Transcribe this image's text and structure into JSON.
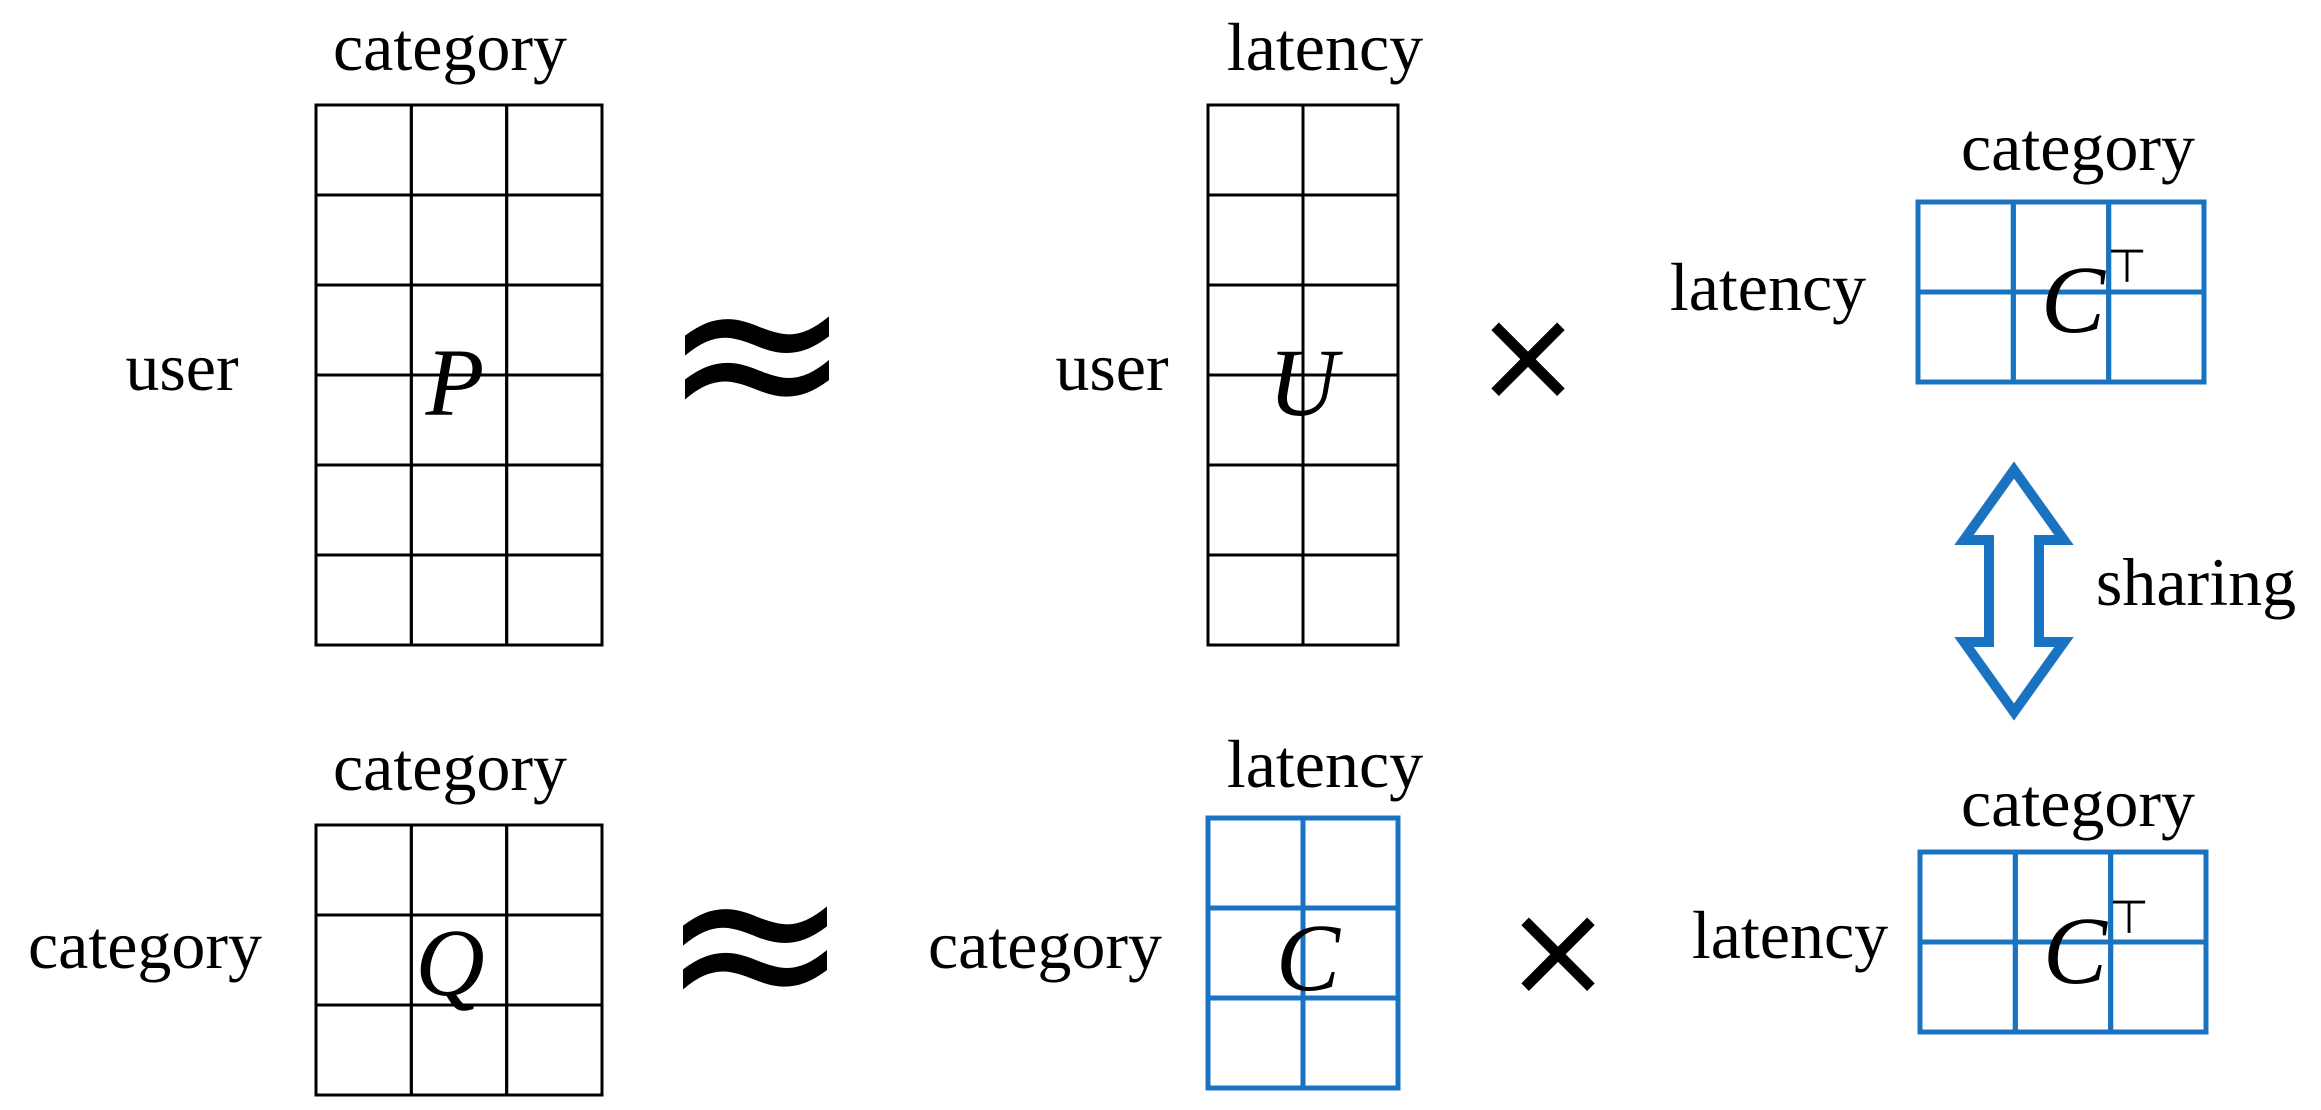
{
  "top_row": {
    "P": {
      "name": "P",
      "rows_label": "user",
      "cols_label": "category",
      "rows": 6,
      "cols": 3
    },
    "approx": "≈",
    "U": {
      "name": "U",
      "rows_label": "user",
      "cols_label": "latency",
      "rows": 6,
      "cols": 2
    },
    "times": "×",
    "C_T": {
      "name": "C",
      "superscript": "⊤",
      "rows_label": "latency",
      "cols_label": "category",
      "rows": 2,
      "cols": 3
    }
  },
  "sharing": {
    "label": "sharing",
    "color": "#1a73c1"
  },
  "bottom_row": {
    "Q": {
      "name": "Q",
      "rows_label": "category",
      "cols_label": "category",
      "rows": 3,
      "cols": 3
    },
    "approx": "≈",
    "C": {
      "name": "C",
      "rows_label": "category",
      "cols_label": "latency",
      "rows": 3,
      "cols": 2
    },
    "times": "×",
    "C_T": {
      "name": "C",
      "superscript": "⊤",
      "rows_label": "latency",
      "cols_label": "category",
      "rows": 2,
      "cols": 3
    }
  },
  "colors": {
    "black_grid": "#000000",
    "blue_grid": "#1a73c1"
  }
}
